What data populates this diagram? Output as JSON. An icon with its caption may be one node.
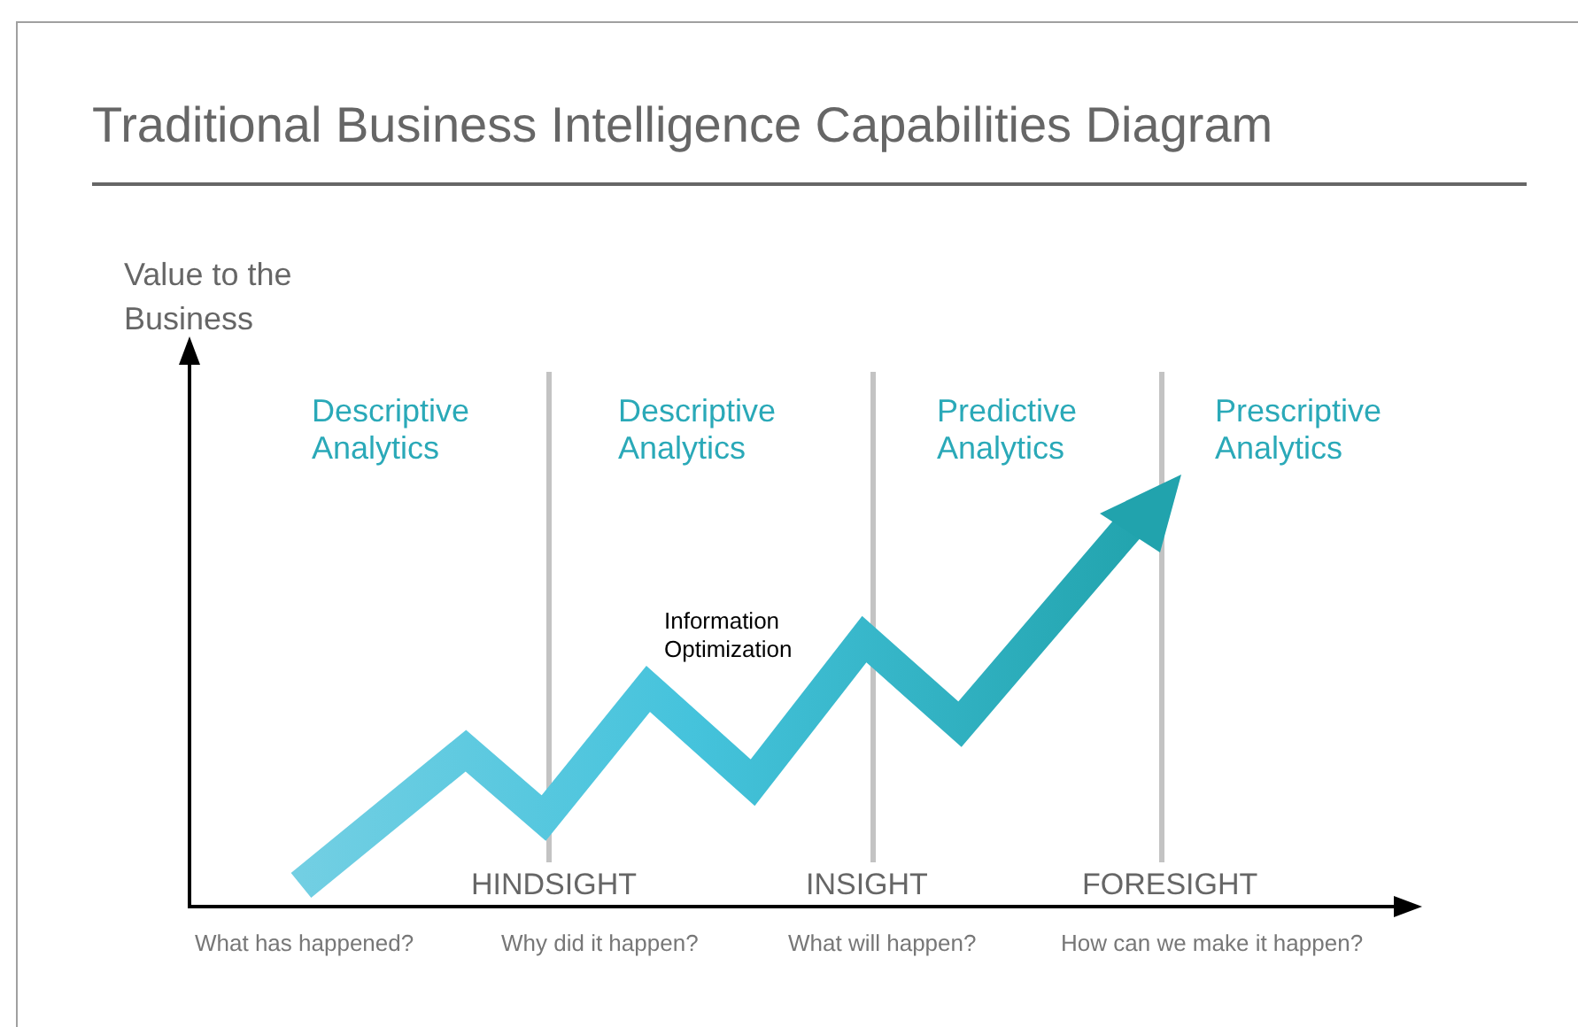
{
  "diagram": {
    "title": "Traditional Business Intelligence Capabilities Diagram",
    "labels": [
      "Value to the Business",
      "Descriptive Analytics",
      "Descriptive Analytics",
      "Predictive Analytics",
      "Prescriptive Analytics",
      "Information Optimization",
      "HINDSIGHT",
      "INSIGHT",
      "FORESIGHT",
      "What has happened?",
      "Why did it happen?",
      "What will happen?",
      "How can we make it happen?"
    ]
  }
}
